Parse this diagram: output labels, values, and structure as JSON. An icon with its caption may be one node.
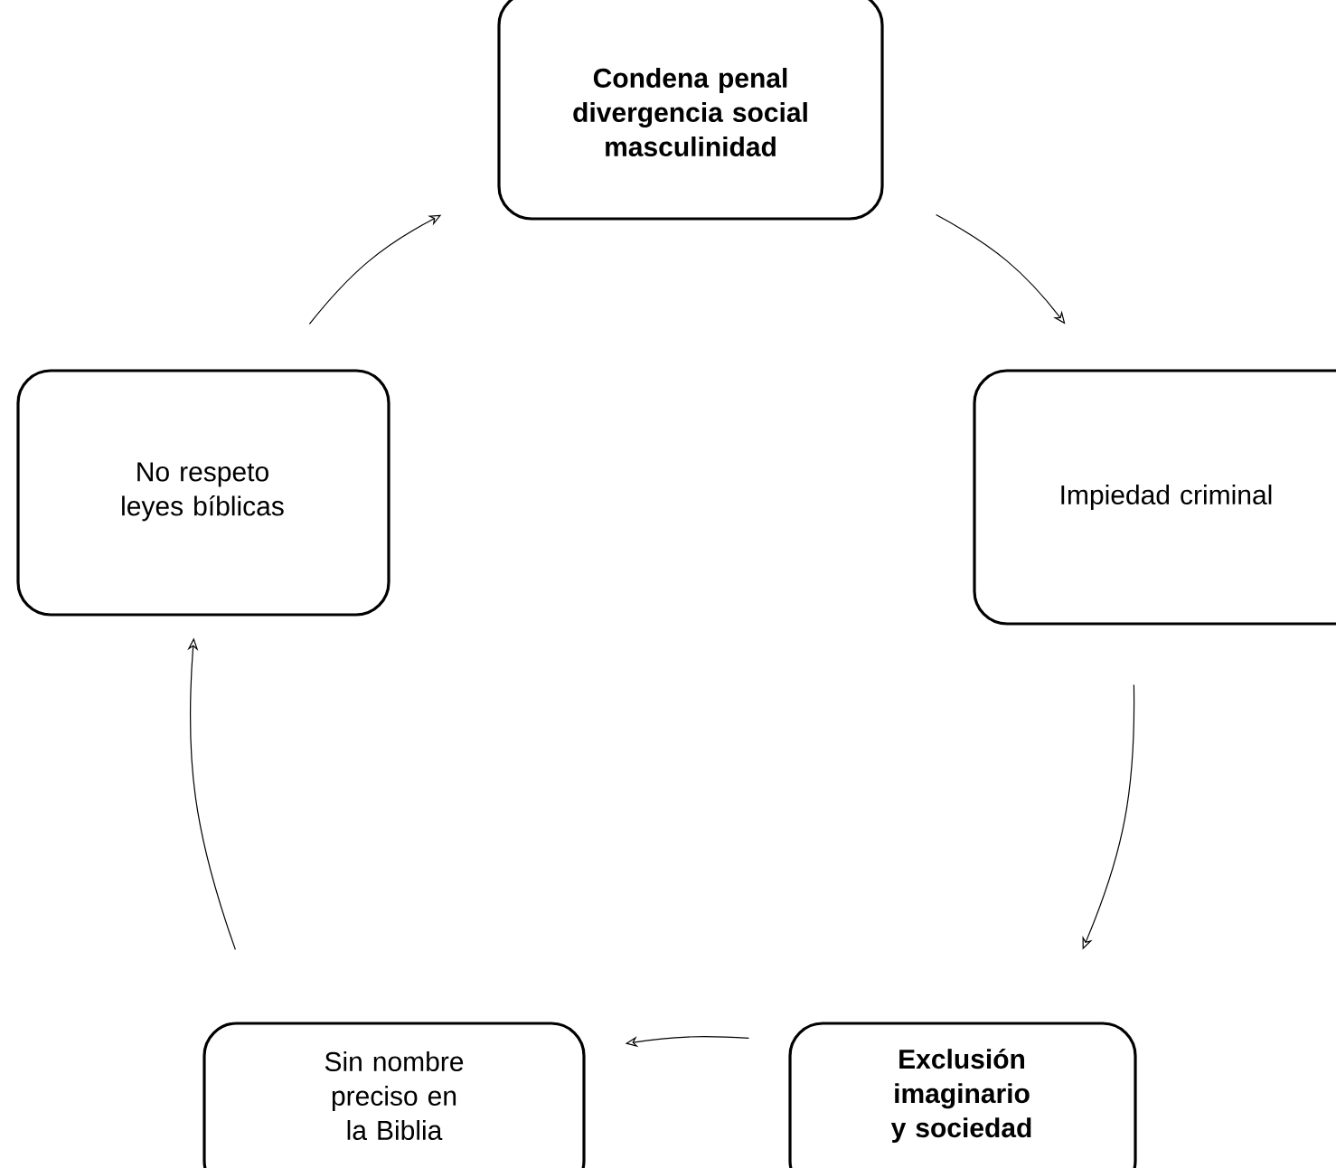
{
  "diagram": {
    "nodes": [
      {
        "text": [
          "Condena penal divergencia social masculinidad"
        ]
      },
      {
        "text": [
          "Impiedad criminal"
        ]
      },
      {
        "text": [
          "Exclusión imaginario y sociedad"
        ]
      },
      {
        "text": [
          "Sin nombre preciso en la Biblia"
        ]
      },
      {
        "text": [
          "No respeto leyes bíblicas"
        ]
      }
    ],
    "edges": [
      {
        "from": 0,
        "to": 1,
        "arrow": "to"
      },
      {
        "from": 1,
        "to": 2,
        "arrow": "to"
      },
      {
        "from": 2,
        "to": 3,
        "arrow": "to"
      },
      {
        "from": 3,
        "to": 4,
        "arrow": "to"
      },
      {
        "from": 4,
        "to": 0,
        "arrow": "to"
      }
    ]
  }
}
